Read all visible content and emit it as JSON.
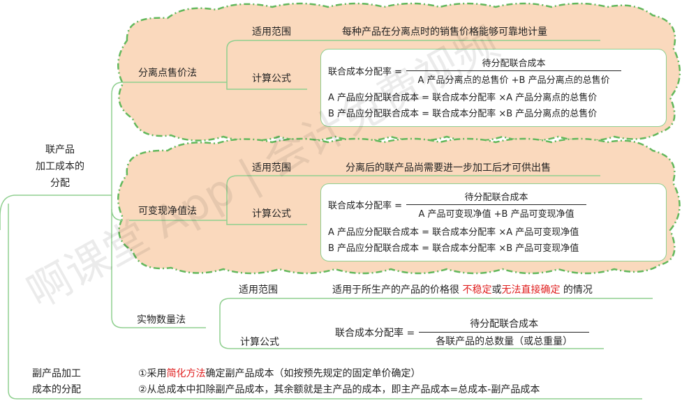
{
  "colors": {
    "line": "#8fcf8f",
    "cloud_fill": "#fad9bd",
    "cloud_border": "#63b85c",
    "highlight": "#e02020"
  },
  "main_topic": {
    "joint_line1": "联产品",
    "joint_line2": "加工成本的",
    "joint_line3": "分配",
    "by_line1": "副产品加工",
    "by_line2": "成本的分配"
  },
  "method1": {
    "name": "分离点售价法",
    "scope_label": "适用范围",
    "scope_text": "每种产品在分离点时的销售价格能够可靠地计量",
    "formula_label": "计算公式",
    "rate_lhs": "联合成本分配率 =",
    "rate_num": "待分配联合成本",
    "rate_den": "A 产品分离点的总售价 +B 产品分离点的总售价",
    "a_alloc": "A 产品应分配联合成本 = 联合成本分配率 ×A 产品分离点的总售价",
    "b_alloc": "B 产品应分配联合成本 = 联合成本分配率 ×B 产品分离点的总售价"
  },
  "method2": {
    "name": "可变现净值法",
    "scope_label": "适用范围",
    "scope_text": "分离后的联产品尚需要进一步加工后才可供出售",
    "formula_label": "计算公式",
    "rate_lhs": "联合成本分配率 =",
    "rate_num": "待分配联合成本",
    "rate_den": "A 产品可变现净值 +B 产品可变现净值",
    "a_alloc": "A 产品应分配联合成本 = 联合成本分配率 ×A 产品可变现净值",
    "b_alloc": "B 产品应分配联合成本 = 联合成本分配率 ×B 产品可变现净值"
  },
  "method3": {
    "name": "实物数量法",
    "scope_label": "适用范围",
    "scope_pre": "适用于所生产的产品的价格很",
    "scope_red1": "不稳定",
    "scope_mid": "或",
    "scope_red2": "无法直接确定",
    "scope_post": "的情况",
    "formula_label": "计算公式",
    "rate_lhs": "联合成本分配率 =",
    "rate_num": "待分配联合成本",
    "rate_den": "各联产品的总数量（或总重量）"
  },
  "byproduct": {
    "line1_pre": "①采用",
    "line1_red": "简化方法",
    "line1_post": "确定副产品成本（如按预先规定的固定单价确定）",
    "line2": "②从总成本中扣除副产品成本，其余额就是主产品的成本，即主产品成本=总成本-副产品成本"
  },
  "watermark": "啊课堂 App | 会计免费视频"
}
